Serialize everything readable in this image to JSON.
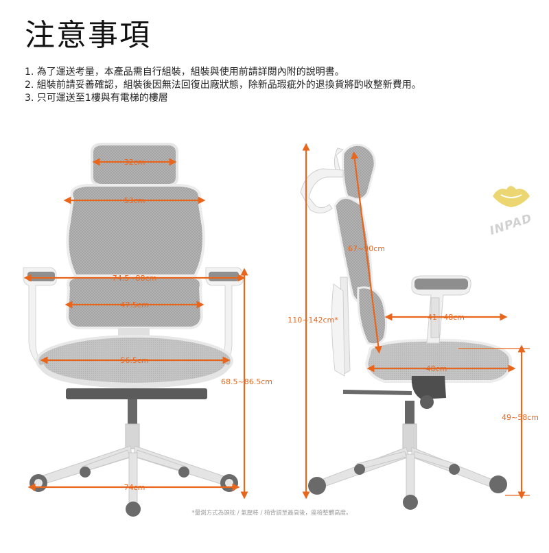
{
  "title": "注意事項",
  "notes": [
    "1. 為了運送考量，本產品需自行組裝，組裝與使用前請詳閱內附的說明書。",
    "2. 組裝前請妥善確認，組裝後因無法回復出廠狀態，除新品瑕疵外的退換貨將酌收整新費用。",
    "3. 只可運送至1樓與有電梯的樓層"
  ],
  "dimensions": {
    "headrest_width": "32cm",
    "backrest_width": "53cm",
    "armrest_span": "74.5~88cm",
    "lumbar_width": "47.5cm",
    "seat_width": "56.5cm",
    "armrest_height": "68.5~86.5cm",
    "base_width": "74cm",
    "backrest_height": "67~90cm",
    "total_height": "110~142cm*",
    "seat_to_armrest": "41~48cm",
    "seat_depth": "48cm",
    "seat_height": "49~58cm"
  },
  "footnote": "*量測方式為頭枕 / 氣壓棒 / 椅背調至最高後，座椅整體高度。",
  "brand": "INPAD",
  "colors": {
    "accent": "#e8661c",
    "chair_frame": "#f0f0f0",
    "mesh": "#a9a9a9"
  }
}
